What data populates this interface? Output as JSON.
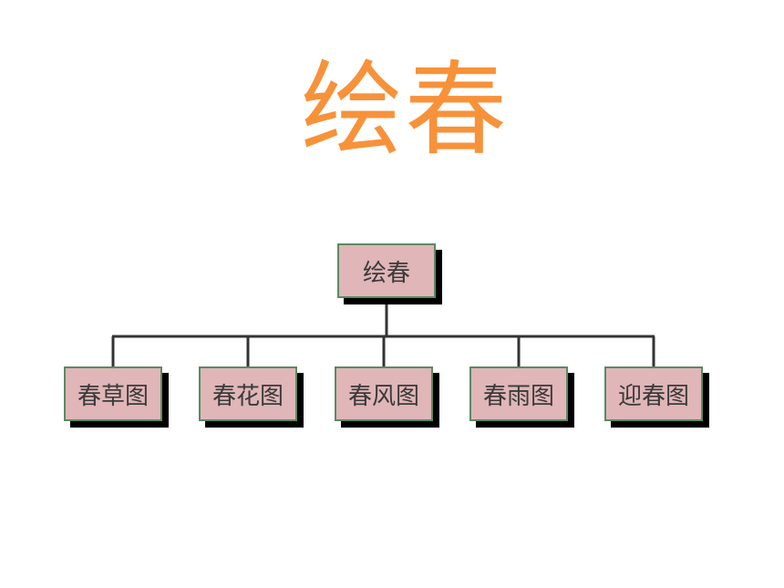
{
  "title": "绘春",
  "diagram": {
    "root": {
      "label": "绘春"
    },
    "children": [
      {
        "label": "春草图"
      },
      {
        "label": "春花图"
      },
      {
        "label": "春风图"
      },
      {
        "label": "春雨图"
      },
      {
        "label": "迎春图"
      }
    ]
  },
  "colors": {
    "title": "#f7923a",
    "node_fill": "#e0b6b8",
    "node_border": "#5a8a62",
    "node_shadow": "#000000",
    "connector": "#333333",
    "node_text": "#3a3a3a"
  }
}
